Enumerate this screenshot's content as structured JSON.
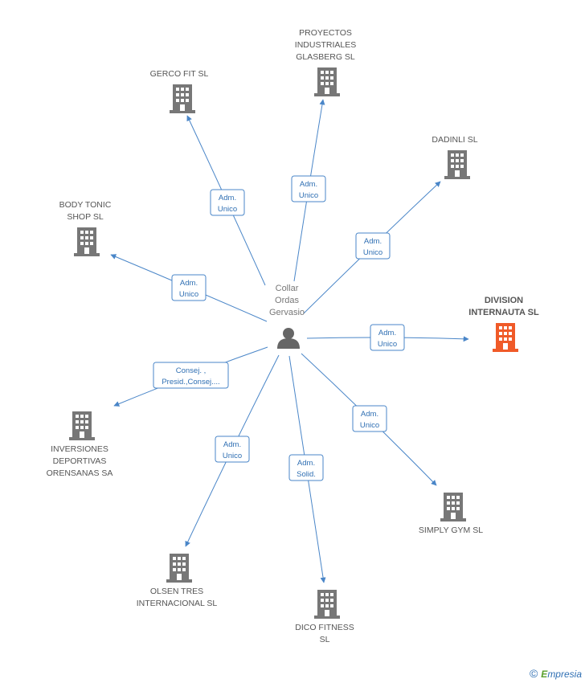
{
  "center": {
    "label_lines": [
      "Collar",
      "Ordas",
      "Gervasio"
    ],
    "icon": "person-icon"
  },
  "colors": {
    "edge": "#4a86c8",
    "company": "#777777",
    "highlight": "#f05a28",
    "person": "#666666"
  },
  "nodes": [
    {
      "id": "gerco",
      "label_lines": [
        "GERCO FIT SL"
      ],
      "role_lines": [
        "Adm.",
        "Unico"
      ],
      "highlight": false
    },
    {
      "id": "proyectos",
      "label_lines": [
        "PROYECTOS",
        "INDUSTRIALES",
        "GLASBERG SL"
      ],
      "role_lines": [
        "Adm.",
        "Unico"
      ],
      "highlight": false
    },
    {
      "id": "dadinli",
      "label_lines": [
        "DADINLI SL"
      ],
      "role_lines": [
        "Adm.",
        "Unico"
      ],
      "highlight": false
    },
    {
      "id": "bodytonic",
      "label_lines": [
        "BODY TONIC",
        "SHOP SL"
      ],
      "role_lines": [
        "Adm.",
        "Unico"
      ],
      "highlight": false
    },
    {
      "id": "division",
      "label_lines": [
        "DIVISION",
        "INTERNAUTA SL"
      ],
      "role_lines": [
        "Adm.",
        "Unico"
      ],
      "highlight": true
    },
    {
      "id": "inversiones",
      "label_lines": [
        "INVERSIONES",
        "DEPORTIVAS",
        "ORENSANAS SA"
      ],
      "role_lines": [
        "Consej. ,",
        "Presid.,Consej...."
      ],
      "highlight": false
    },
    {
      "id": "simply",
      "label_lines": [
        "SIMPLY GYM SL"
      ],
      "role_lines": [
        "Adm.",
        "Unico"
      ],
      "highlight": false
    },
    {
      "id": "olsen",
      "label_lines": [
        "OLSEN TRES",
        "INTERNACIONAL SL"
      ],
      "role_lines": [
        "Adm.",
        "Unico"
      ],
      "highlight": false
    },
    {
      "id": "dico",
      "label_lines": [
        "DICO FITNESS",
        "SL"
      ],
      "role_lines": [
        "Adm.",
        "Solid."
      ],
      "highlight": false
    }
  ],
  "footer": {
    "copyright": "©",
    "brand_initial": "E",
    "brand_rest": "mpresia"
  }
}
